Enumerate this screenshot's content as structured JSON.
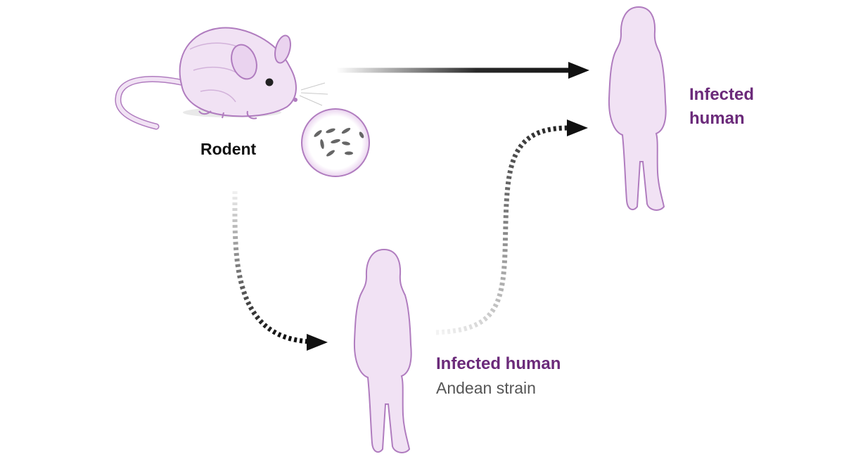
{
  "labels": {
    "rodent": "Rodent",
    "infected_human_top": "Infected human",
    "infected_human_bottom": "Infected human",
    "strain": "Andean strain"
  },
  "colors": {
    "accent_purple": "#6b2a7a",
    "figure_fill": "#f1e2f4",
    "figure_stroke": "#b07cbf",
    "arrow": "#111111"
  },
  "icons": [
    "rodent-illustration",
    "virus-particles-icon",
    "human-silhouette"
  ]
}
